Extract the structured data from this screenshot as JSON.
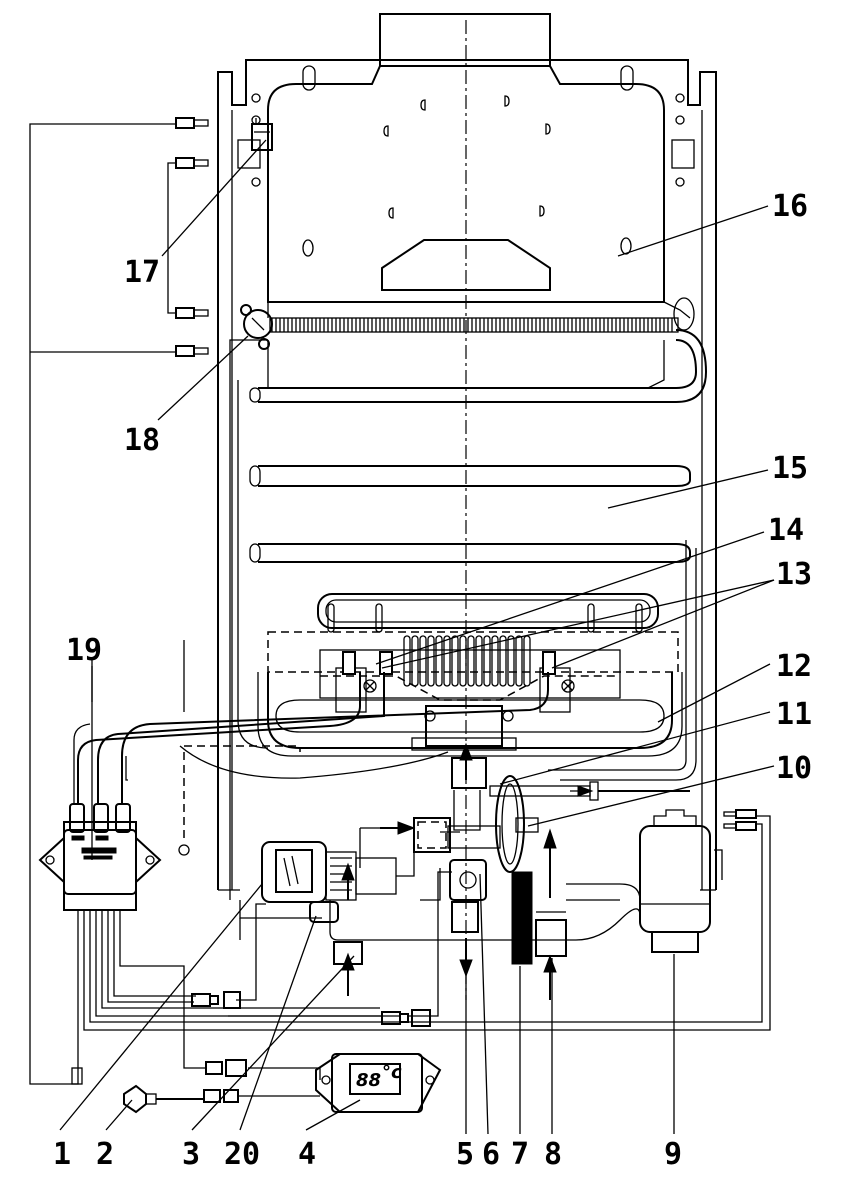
{
  "callouts": [
    {
      "id": "1",
      "text": "1"
    },
    {
      "id": "2",
      "text": "2"
    },
    {
      "id": "3",
      "text": "3"
    },
    {
      "id": "20",
      "text": "20"
    },
    {
      "id": "4",
      "text": "4"
    },
    {
      "id": "5",
      "text": "5"
    },
    {
      "id": "6",
      "text": "6"
    },
    {
      "id": "7",
      "text": "7"
    },
    {
      "id": "8",
      "text": "8"
    },
    {
      "id": "9",
      "text": "9"
    },
    {
      "id": "10",
      "text": "10"
    },
    {
      "id": "11",
      "text": "11"
    },
    {
      "id": "12",
      "text": "12"
    },
    {
      "id": "13",
      "text": "13"
    },
    {
      "id": "14",
      "text": "14"
    },
    {
      "id": "15",
      "text": "15"
    },
    {
      "id": "16",
      "text": "16"
    },
    {
      "id": "17",
      "text": "17"
    },
    {
      "id": "18",
      "text": "18"
    },
    {
      "id": "19",
      "text": "19"
    }
  ],
  "display_readout": "88",
  "display_unit": "°c",
  "colors": {
    "line": "#000000",
    "background": "#ffffff"
  }
}
